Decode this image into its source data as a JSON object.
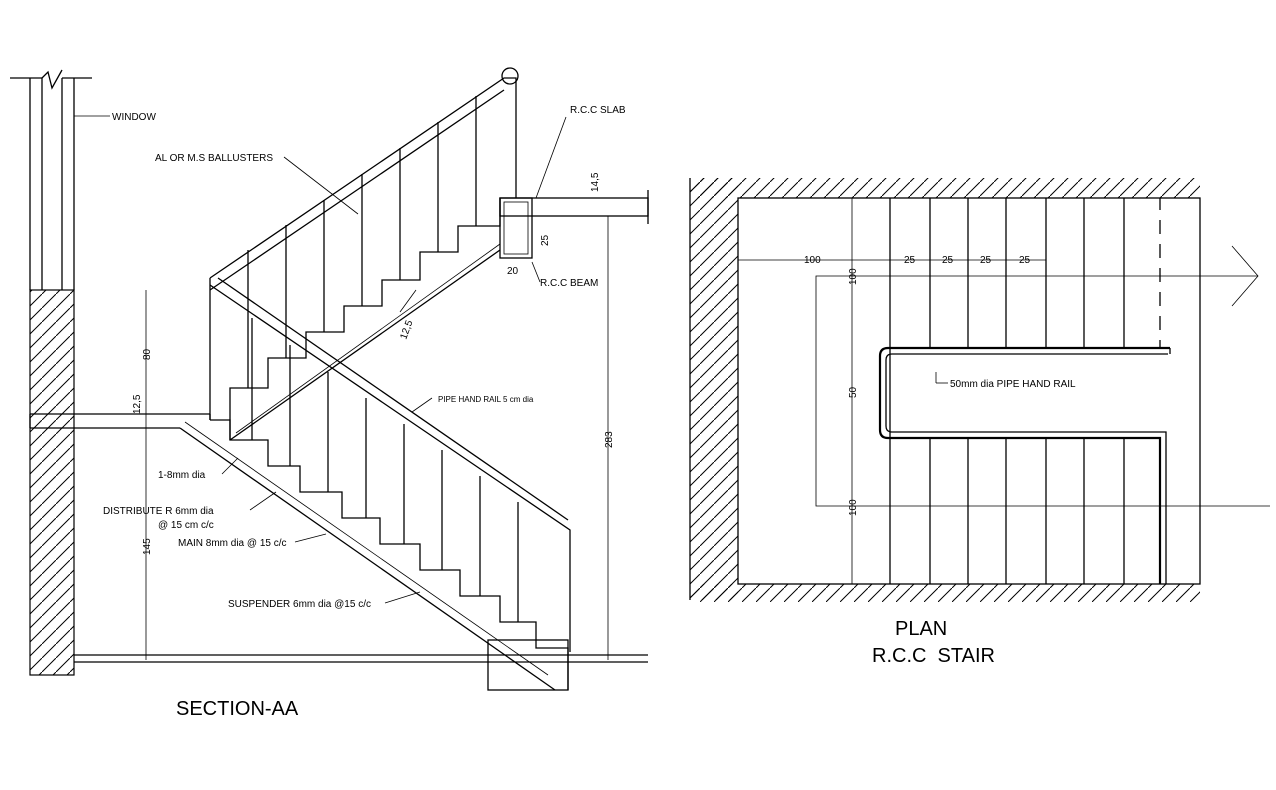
{
  "section": {
    "title": "SECTION-AA",
    "labels": {
      "window": "WINDOW",
      "balusters": "AL OR M.S BALLUSTERS",
      "rcc_slab": "R.C.C SLAB",
      "rcc_beam": "R.C.C BEAM",
      "pipe_rail": "PIPE HAND RAIL 5 cm dia",
      "bar_1_8": "1-8mm dia",
      "distributer_1": "DISTRIBUTE R 6mm dia",
      "distributer_2": "@ 15 cm c/c",
      "main_bar": "MAIN 8mm dia @ 15 c/c",
      "suspender": "SUSPENDER 6mm dia @15 c/c"
    },
    "dims": {
      "d80": "80",
      "d145": "145",
      "d12_5_left": "12,5",
      "d12_5_mid": "12,5",
      "d14_5": "14,5",
      "d25": "25",
      "d20": "20",
      "d283": "283"
    }
  },
  "plan": {
    "title_1": "PLAN",
    "title_2": "R.C.C  STAIR",
    "rail_label": "50mm dia PIPE HAND RAIL",
    "dims": {
      "h100": "100",
      "h25a": "25",
      "h25b": "25",
      "h25c": "25",
      "h25d": "25",
      "v100a": "100",
      "v50": "50",
      "v100b": "100"
    }
  }
}
